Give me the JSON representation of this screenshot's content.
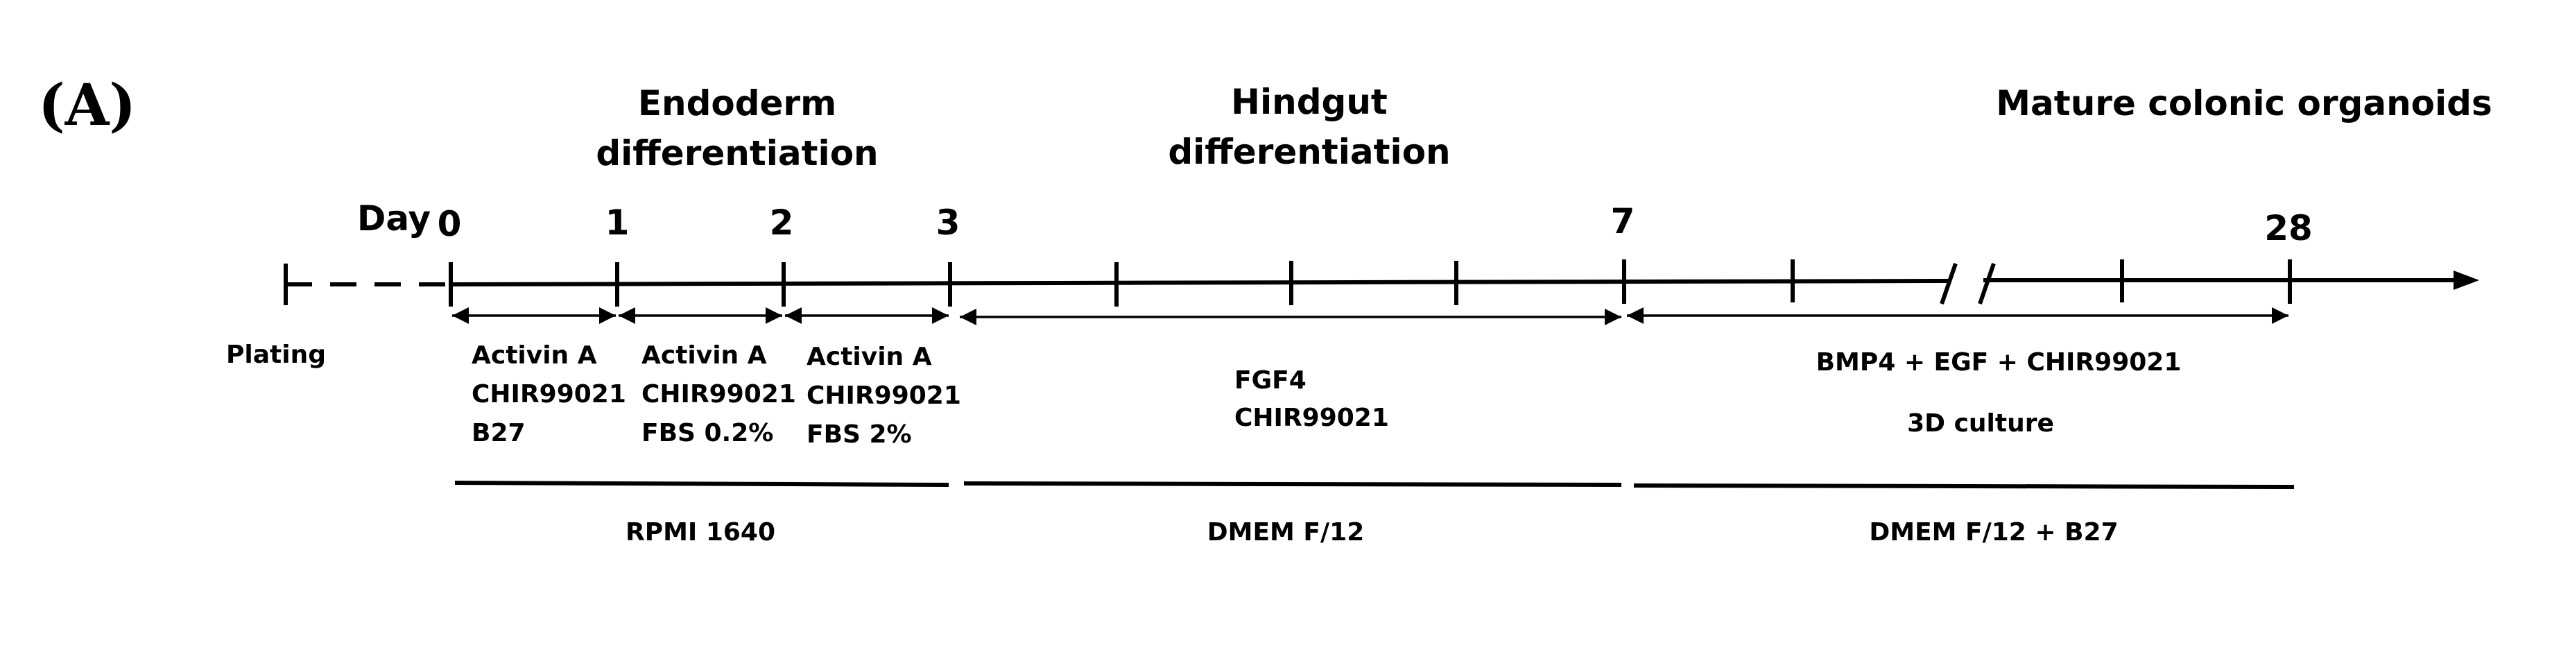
{
  "panel_label": "(A)",
  "stages": {
    "endoderm": [
      "Endoderm",
      "differentiation"
    ],
    "hindgut": [
      "Hindgut",
      "differentiation"
    ],
    "mature": "Mature colonic organoids"
  },
  "day_label": "Day",
  "day_numbers": [
    "0",
    "1",
    "2",
    "3",
    "7",
    "28"
  ],
  "plating_label": "Plating",
  "treatments": {
    "day0_1": [
      "Activin A",
      "CHIR99021",
      "B27"
    ],
    "day1_2": [
      "Activin A",
      "CHIR99021",
      "FBS 0.2%"
    ],
    "day2_3": [
      "Activin A",
      "CHIR99021",
      "FBS 2%"
    ],
    "day3_7": [
      "FGF4",
      "CHIR99021"
    ],
    "day7_28": [
      "BMP4  + EGF  + CHIR99021",
      "3D culture"
    ]
  },
  "media": {
    "rpmi": "RPMI 1640",
    "dmem": "DMEM F/12",
    "dmem_b27": "DMEM F/12 + B27"
  }
}
